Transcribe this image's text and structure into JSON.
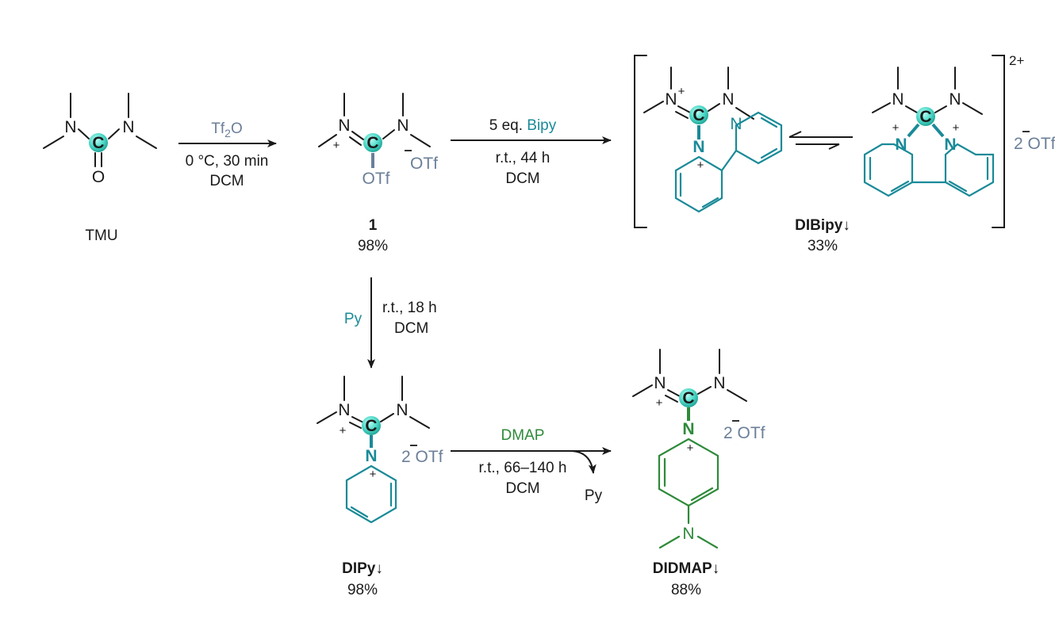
{
  "colors": {
    "ink": "#1a1a1a",
    "teal": "#1a8a98",
    "green": "#2e8a3a",
    "slate": "#6b7f99",
    "carbon_ball": "#4ed8c8"
  },
  "atoms": {
    "N": "N",
    "C": "C",
    "O": "O",
    "plus": "+",
    "minus": "−"
  },
  "compounds": {
    "tmu": {
      "label": "TMU"
    },
    "cmp1": {
      "number": "1",
      "yield": "98%",
      "otf_bound": "OTf",
      "otf_anion": "OTf"
    },
    "dibipy": {
      "label": "DIBipy↓",
      "yield": "33%",
      "charge": "2+",
      "counterion": "2 OTf"
    },
    "dipy": {
      "label": "DIPy↓",
      "yield": "98%",
      "counterion": "2 OTf"
    },
    "didmap": {
      "label": "DIDMAP↓",
      "yield": "88%",
      "counterion": "2 OTf"
    }
  },
  "reactions": {
    "r1": {
      "reagent": "Tf2O",
      "reagent_main": "Tf",
      "reagent_sub": "2",
      "reagent_tail": "O",
      "line1": "0 °C, 30 min",
      "line2": "DCM"
    },
    "r2": {
      "reagent_eq": "5 eq.",
      "reagent": "Bipy",
      "line1": "r.t., 44 h",
      "line2": "DCM"
    },
    "r3": {
      "reagent": "Py",
      "line1": "r.t., 18 h",
      "line2": "DCM"
    },
    "r4": {
      "reagent": "DMAP",
      "line1": "r.t., 66–140 h",
      "line2": "DCM",
      "byproduct": "Py"
    }
  }
}
